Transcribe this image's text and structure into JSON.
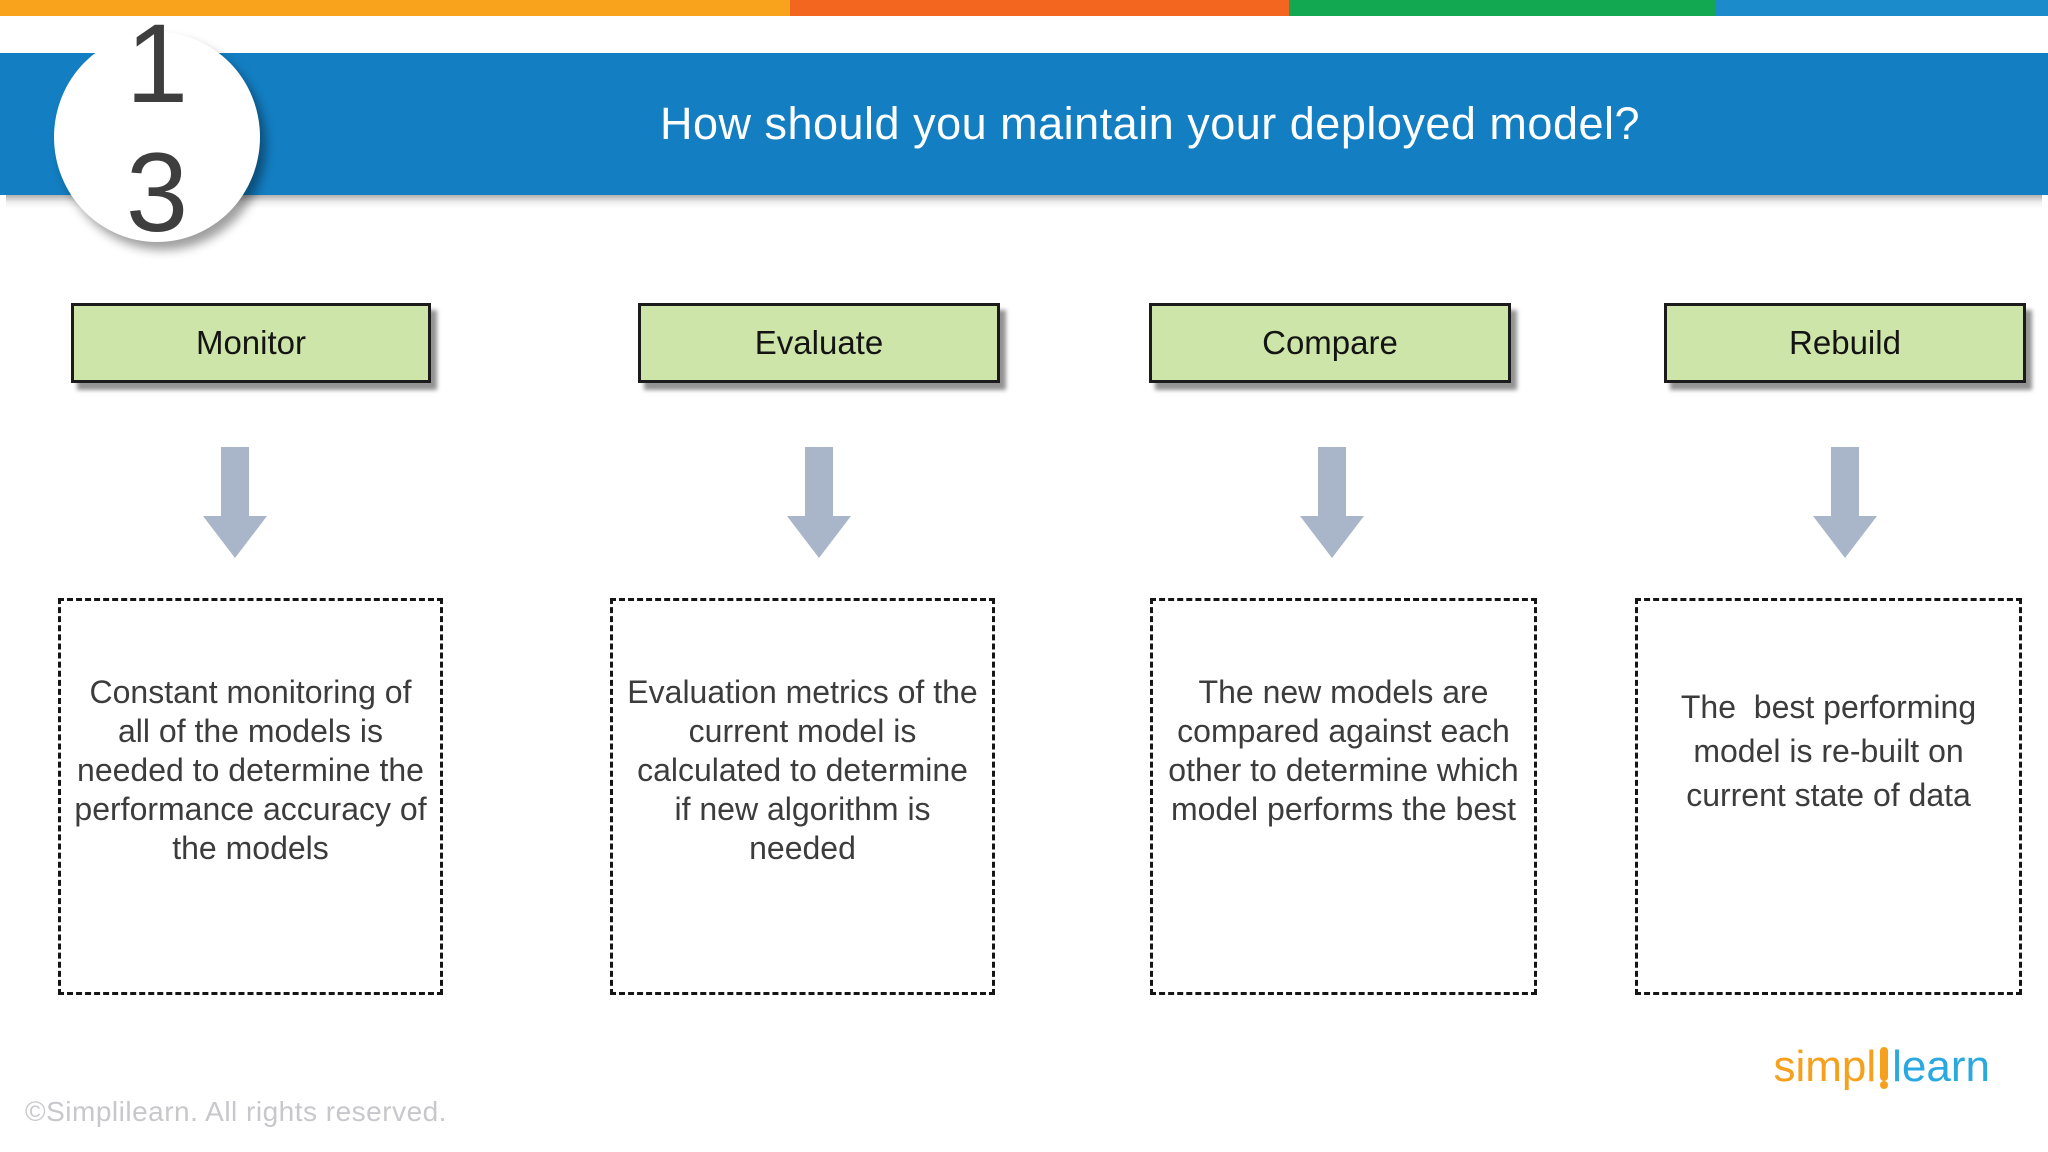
{
  "slide": {
    "page_number_top": "1",
    "page_number_bottom": "3",
    "title": "How should you maintain your deployed model?"
  },
  "columns": [
    {
      "label": "Monitor",
      "description_lines": [
        "Constant monitoring of",
        "all of the models is",
        "needed to determine the",
        "performance accuracy of",
        "the models"
      ]
    },
    {
      "label": "Evaluate",
      "description_lines": [
        "Evaluation metrics of the",
        "current model is",
        "calculated to determine",
        "if new algorithm is",
        "needed"
      ]
    },
    {
      "label": "Compare",
      "description_lines": [
        "The new models are",
        "compared against each",
        "other to determine which",
        "model performs the best"
      ]
    },
    {
      "label": "Rebuild",
      "description_lines": [
        "The  best performing",
        "model is re-built on",
        "current state of data"
      ]
    }
  ],
  "footer": {
    "copyright": "©Simplilearn. All rights reserved."
  },
  "logo": {
    "part1": "simpl",
    "part2": "learn"
  },
  "colors": {
    "strip": [
      "#F9A21C",
      "#F2661F",
      "#12A751",
      "#1B8BCB"
    ],
    "header_bg": "#137EC2",
    "title_text": "#FFFFFF",
    "stage_box_fill": "#CDE5A8",
    "stage_box_border": "#1B1B1B",
    "arrow": "#A9B5C8",
    "description_text": "#3C3C3C",
    "digit_text": "#3E3E3E",
    "footer_text": "#C7C7CC",
    "logo_orange": "#F6A01D",
    "logo_blue": "#29A9E0"
  }
}
